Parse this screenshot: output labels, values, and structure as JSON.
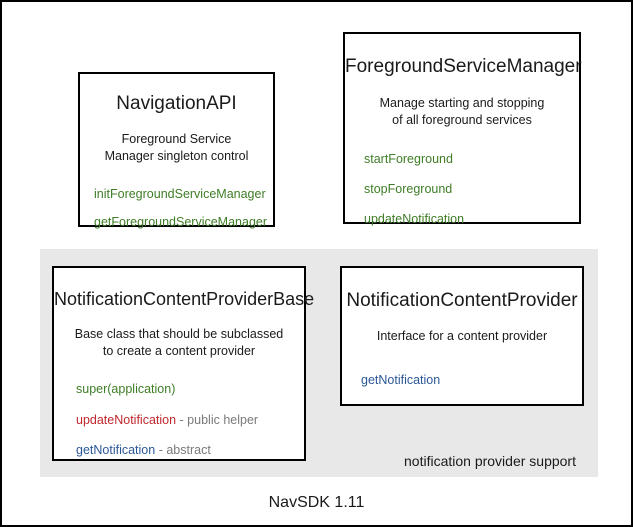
{
  "diagram": {
    "footer_label": "NavSDK 1.11",
    "group": {
      "caption": "notification provider support"
    },
    "boxes": {
      "navigation_api": {
        "title": "NavigationAPI",
        "description_line1": "Foreground Service",
        "description_line2": "Manager singleton control",
        "members": [
          {
            "name": "initForegroundServiceManager",
            "color": "#3f7d27",
            "note": ""
          },
          {
            "name": "getForegroundServiceManager",
            "color": "#3f7d27",
            "note": ""
          }
        ]
      },
      "foreground_service_manager": {
        "title": "ForegroundServiceManager",
        "description_line1": "Manage starting and stopping",
        "description_line2": "of all foreground services",
        "members": [
          {
            "name": "startForeground",
            "color": "#3f7d27",
            "note": ""
          },
          {
            "name": "stopForeground",
            "color": "#3f7d27",
            "note": ""
          },
          {
            "name": "updateNotification",
            "color": "#3f7d27",
            "note": ""
          }
        ]
      },
      "notification_content_provider_base": {
        "title": "NotificationContentProviderBase",
        "description_line1": "Base class that should be subclassed",
        "description_line2": "to create a content provider",
        "members": [
          {
            "name": "super(application)",
            "color": "#3f7d27",
            "note": ""
          },
          {
            "name": "updateNotification",
            "color": "#c0272d",
            "note": " - public helper"
          },
          {
            "name": "getNotification",
            "color": "#2b5797",
            "note": " - abstract"
          }
        ]
      },
      "notification_content_provider": {
        "title": "NotificationContentProvider",
        "description_line1": "Interface for a content provider",
        "description_line2": "",
        "members": [
          {
            "name": "getNotification",
            "color": "#2b5797",
            "note": ""
          }
        ]
      }
    }
  },
  "colors": {
    "frame_border": "#000000",
    "group_background": "#e8e8e8",
    "method_green": "#3f7d27",
    "method_red": "#c0272d",
    "method_blue": "#2b5797",
    "note_gray": "#7a7a7a",
    "text": "#1a1a1a"
  }
}
